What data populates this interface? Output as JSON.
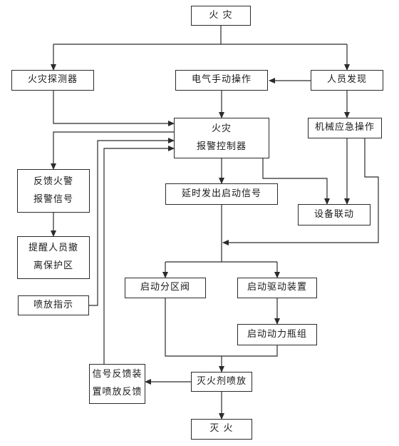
{
  "nodes": {
    "fire": "火  灾",
    "detector": "火灾探测器",
    "manual_electric": "电气手动操作",
    "person_found": "人员发现",
    "controller": [
      "火灾",
      "报警控制器"
    ],
    "mechanical_emergency": "机械应急操作",
    "feedback_alarm": [
      "反馈火警",
      "报警信号"
    ],
    "delay_start_signal": "延时发出启动信号",
    "device_linkage": "设备联动",
    "remind_evacuate": [
      "提醒人员撤",
      "离保护区"
    ],
    "discharge_indicator": "喷放指示",
    "start_zone_valve": "启动分区阀",
    "start_drive_device": "启动驱动装置",
    "start_power_cylinders": "启动动力瓶组",
    "signal_feedback_device": [
      "信号反馈装",
      "置喷放反馈"
    ],
    "agent_discharge": "灭火剂喷放",
    "fire_out": "灭  火"
  }
}
